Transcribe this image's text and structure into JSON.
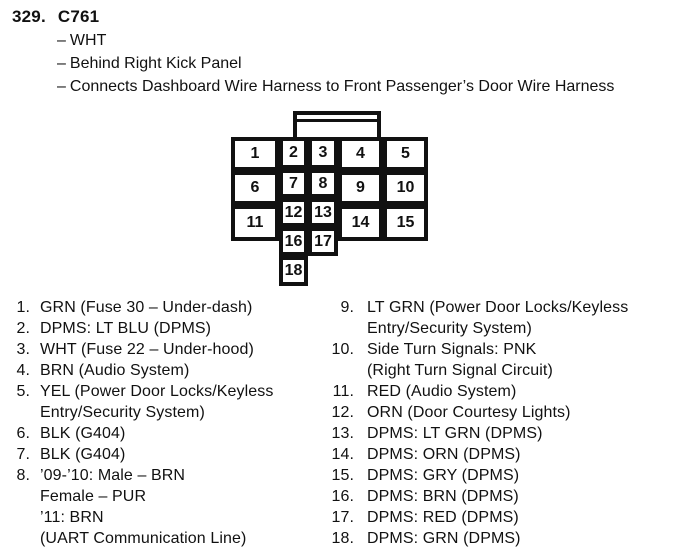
{
  "header": {
    "index": "329.",
    "title": "C761"
  },
  "bullet_mark": "–",
  "bullets": [
    "WHT",
    "Behind Right Kick Panel",
    "Connects Dashboard Wire Harness to Front Passenger’s Door Wire Harness"
  ],
  "connector": {
    "pins": [
      {
        "n": "1",
        "col": 0,
        "row": 0,
        "grid": "outer"
      },
      {
        "n": "2",
        "col": 1,
        "row": 0,
        "grid": "mid"
      },
      {
        "n": "3",
        "col": 2,
        "row": 0,
        "grid": "mid"
      },
      {
        "n": "4",
        "col": 3,
        "row": 0,
        "grid": "outer"
      },
      {
        "n": "5",
        "col": 4,
        "row": 0,
        "grid": "outer"
      },
      {
        "n": "6",
        "col": 0,
        "row": 1,
        "grid": "outer"
      },
      {
        "n": "7",
        "col": 1,
        "row": 1,
        "grid": "mid"
      },
      {
        "n": "8",
        "col": 2,
        "row": 1,
        "grid": "mid"
      },
      {
        "n": "9",
        "col": 3,
        "row": 1,
        "grid": "outer"
      },
      {
        "n": "10",
        "col": 4,
        "row": 1,
        "grid": "outer"
      },
      {
        "n": "11",
        "col": 0,
        "row": 2,
        "grid": "outer"
      },
      {
        "n": "12",
        "col": 1,
        "row": 2,
        "grid": "mid"
      },
      {
        "n": "13",
        "col": 2,
        "row": 2,
        "grid": "mid"
      },
      {
        "n": "14",
        "col": 3,
        "row": 2,
        "grid": "outer"
      },
      {
        "n": "15",
        "col": 4,
        "row": 2,
        "grid": "outer"
      },
      {
        "n": "16",
        "col": 1,
        "row": 3,
        "grid": "mid"
      },
      {
        "n": "17",
        "col": 2,
        "row": 3,
        "grid": "mid"
      },
      {
        "n": "18",
        "col": 1,
        "row": 4,
        "grid": "mid"
      }
    ]
  },
  "pin_list_left": [
    {
      "n": "1.",
      "lines": [
        "GRN (Fuse 30 – Under-dash)"
      ]
    },
    {
      "n": "2.",
      "lines": [
        "DPMS: LT BLU (DPMS)"
      ]
    },
    {
      "n": "3.",
      "lines": [
        "WHT (Fuse 22 – Under-hood)"
      ]
    },
    {
      "n": "4.",
      "lines": [
        "BRN (Audio System)"
      ]
    },
    {
      "n": "5.",
      "lines": [
        "YEL (Power Door Locks/Keyless",
        "Entry/Security System)"
      ]
    },
    {
      "n": "6.",
      "lines": [
        "BLK (G404)"
      ]
    },
    {
      "n": "7.",
      "lines": [
        "BLK (G404)"
      ]
    },
    {
      "n": "8.",
      "lines": [
        "’09-’10: Male – BRN",
        "Female – PUR",
        "’11: BRN",
        "(UART Communication Line)"
      ]
    }
  ],
  "pin_list_right": [
    {
      "n": "9.",
      "lines": [
        "LT GRN (Power Door Locks/Keyless",
        "Entry/Security System)"
      ]
    },
    {
      "n": "10.",
      "lines": [
        "Side Turn Signals: PNK",
        "(Right Turn Signal Circuit)"
      ]
    },
    {
      "n": "11.",
      "lines": [
        "RED (Audio System)"
      ]
    },
    {
      "n": "12.",
      "lines": [
        "ORN (Door Courtesy Lights)"
      ]
    },
    {
      "n": "13.",
      "lines": [
        "DPMS: LT GRN (DPMS)"
      ]
    },
    {
      "n": "14.",
      "lines": [
        "DPMS: ORN (DPMS)"
      ]
    },
    {
      "n": "15.",
      "lines": [
        "DPMS: GRY (DPMS)"
      ]
    },
    {
      "n": "16.",
      "lines": [
        "DPMS: BRN (DPMS)"
      ]
    },
    {
      "n": "17.",
      "lines": [
        "DPMS: RED (DPMS)"
      ]
    },
    {
      "n": "18.",
      "lines": [
        "DPMS: GRN (DPMS)"
      ]
    }
  ],
  "colors": {
    "ink": "#111111",
    "paper": "#ffffff"
  }
}
